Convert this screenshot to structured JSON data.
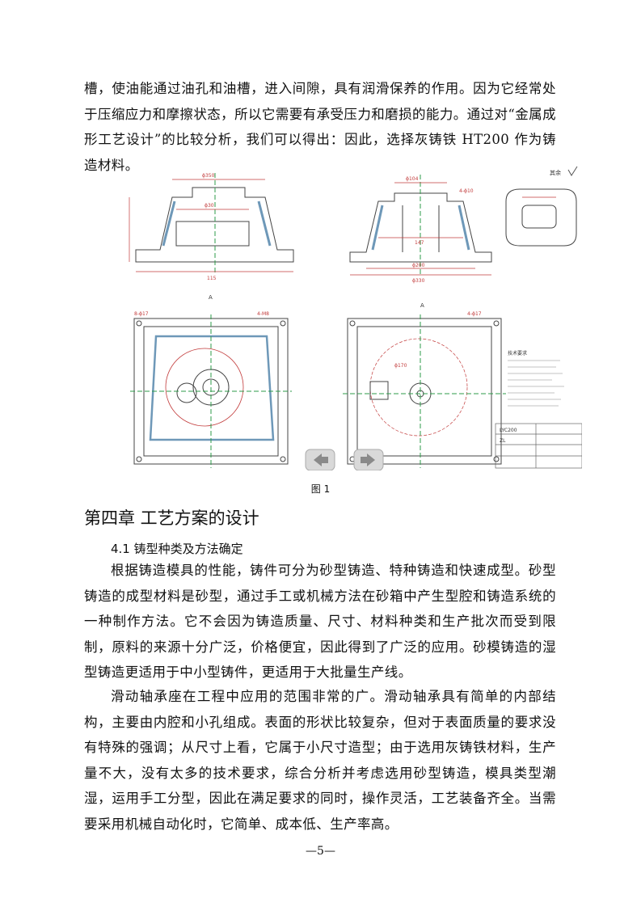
{
  "paragraphs": {
    "p1": "槽，使油能通过油孔和油槽，进入间隙，具有润滑保养的作用。因为它经常处于压缩应力和摩擦状态，所以它需要有承受压力和磨损的能力。通过对“金属成形工艺设计”的比较分析，我们可以得出：因此，选择灰铸铁 HT200 作为铸造材料。",
    "p2": "根据铸造模具的性能，铸件可分为砂型铸造、特种铸造和快速成型。砂型铸造的成型材料是砂型，通过手工或机械方法在砂箱中产生型腔和铸造系统的一种制作方法。它不会因为铸造质量、尺寸、材料种类和生产批次而受到限制，原料的来源十分广泛，价格便宜，因此得到了广泛的应用。砂模铸造的湿型铸造更适用于中小型铸件，更适用于大批量生产线。",
    "p3": "滑动轴承座在工程中应用的范围非常的广。滑动轴承具有简单的内部结构，主要由内腔和小孔组成。表面的形状比较复杂，但对于表面质量的要求没有特殊的强调；从尺寸上看，它属于小尺寸造型；由于选用灰铸铁材料，生产量不大，没有太多的技术要求，综合分析并考虑选用砂型铸造，模具类型潮湿，运用手工分型，因此在满足要求的同时，操作灵活，工艺装备齐全。当需要采用机械自动化时，它简单、成本低、生产率高。"
  },
  "figure": {
    "caption": "图 1",
    "labels": {
      "view_a": "A",
      "view_b": "A",
      "roughness": "其余",
      "dims_top_left": [
        "ϕ350",
        "ϕ30",
        "115"
      ],
      "dims_top_mid": [
        "ϕ104",
        "4-ϕ10",
        "147",
        "ϕ200",
        "ϕ330"
      ],
      "dims_bottom_left": [
        "8-ϕ17",
        "4-M8"
      ],
      "dims_bottom_mid": [
        "4-ϕ17",
        "ϕ170"
      ],
      "tech_title": "技术要求",
      "title_block": [
        "LYC200",
        "ZL"
      ]
    },
    "colors": {
      "line": "#444444",
      "dim": "#c23b3b",
      "center": "#2e9b4a",
      "hatch": "#6e98b8"
    }
  },
  "headings": {
    "chapter": "第四章  工艺方案的设计",
    "section": "4.1  铸型种类及方法确定"
  },
  "page_number": "—5—"
}
